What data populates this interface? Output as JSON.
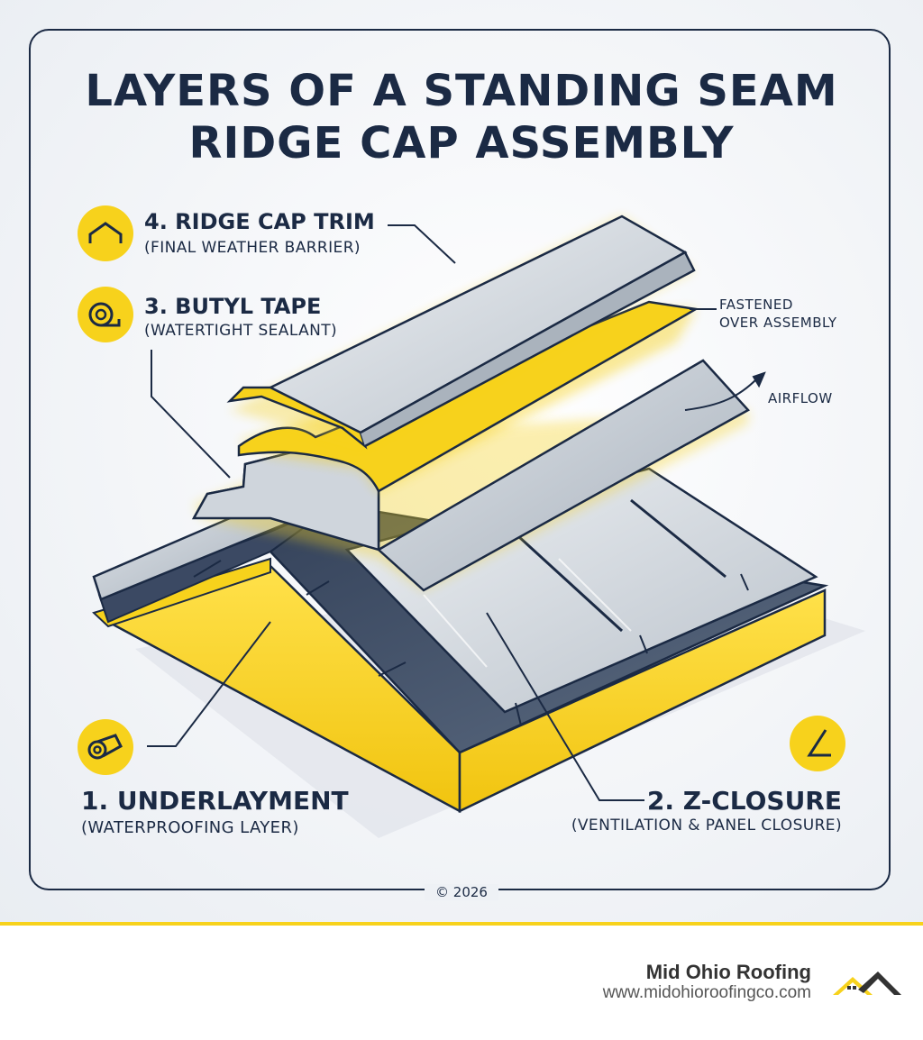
{
  "title": {
    "line1": "LAYERS OF A STANDING SEAM",
    "line2": "RIDGE CAP ASSEMBLY"
  },
  "layers": [
    {
      "name": "4. RIDGE CAP TRIM",
      "note": "(FINAL WEATHER BARRIER)",
      "icon": "ridge-cap-icon"
    },
    {
      "name": "3. BUTYL TAPE",
      "note": "(WATERTIGHT SEALANT)",
      "icon": "tape-roll-icon"
    },
    {
      "name": "1. UNDERLAYMENT",
      "note": "(WATERPROOFING LAYER)",
      "icon": "underlayment-roll-icon"
    },
    {
      "name": "2. Z-CLOSURE",
      "note": "(VENTILATION & PANEL CLOSURE)",
      "icon": "z-closure-icon"
    }
  ],
  "callouts": {
    "fastened_line1": "FASTENED",
    "fastened_line2": "OVER ASSEMBLY",
    "airflow": "AIRFLOW"
  },
  "copyright": "© 2026",
  "brand": {
    "name": "Mid Ohio Roofing",
    "url": "www.midohioroofingco.com",
    "logo_icon": "house-roof-logo-icon"
  },
  "colors": {
    "navy": "#1b2a44",
    "yellow": "#f7d21c",
    "metal": "#c9cfd6"
  }
}
